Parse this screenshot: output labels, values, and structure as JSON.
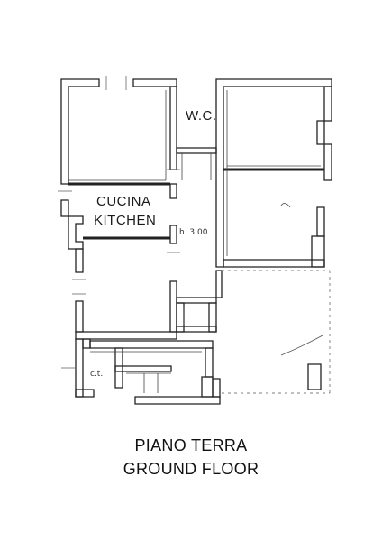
{
  "labels": {
    "wc": "W.C.",
    "kitchen_it": "CUCINA",
    "kitchen_en": "KITCHEN",
    "height": "h. 3.00",
    "ct": "c.t."
  },
  "caption": {
    "line1": "PIANO TERRA",
    "line2": "GROUND FLOOR"
  },
  "colors": {
    "wall": "#222222",
    "line": "#444444"
  }
}
